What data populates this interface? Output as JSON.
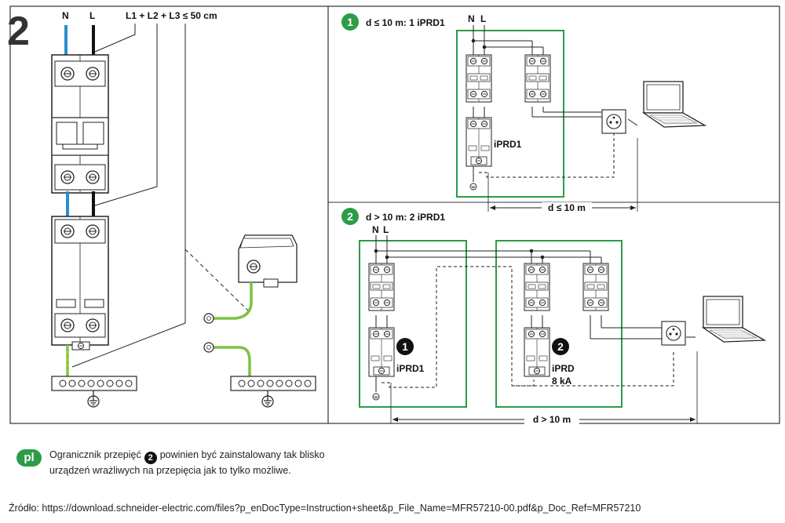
{
  "figure_number": "2",
  "left": {
    "phase_n": "N",
    "phase_l": "L",
    "length_rule": "L1 + L2 + L3 ≤ 50 cm"
  },
  "case1": {
    "num": "1",
    "title": "d ≤ 10 m: 1 iPRD1",
    "phase_n": "N",
    "phase_l": "L",
    "device_label": "iPRD1",
    "distance_label": "d ≤ 10 m"
  },
  "case2": {
    "num": "2",
    "title": "d > 10 m: 2 iPRD1",
    "phase_n": "N",
    "phase_l": "L",
    "device1_num": "1",
    "device1_label": "iPRD1",
    "device2_num": "2",
    "device2_label": "iPRD",
    "device2_rating": "8 kA",
    "distance_label": "d > 10 m"
  },
  "note": {
    "badge": "pl",
    "text_before": "Ogranicznik przepięć",
    "circled_num": "2",
    "text_after": "powinien być zainstalowany tak blisko",
    "line2": "urządzeń wrażliwych na przepięcia jak to tylko możliwe."
  },
  "source": "Źródło: https://download.schneider-electric.com/files?p_enDocType=Instruction+sheet&p_File_Name=MFR57210-00.pdf&p_Doc_Ref=MFR57210",
  "colors": {
    "green": "#2d9b48",
    "blue": "#2a8fd0",
    "ground_wire": "#7cc242"
  }
}
